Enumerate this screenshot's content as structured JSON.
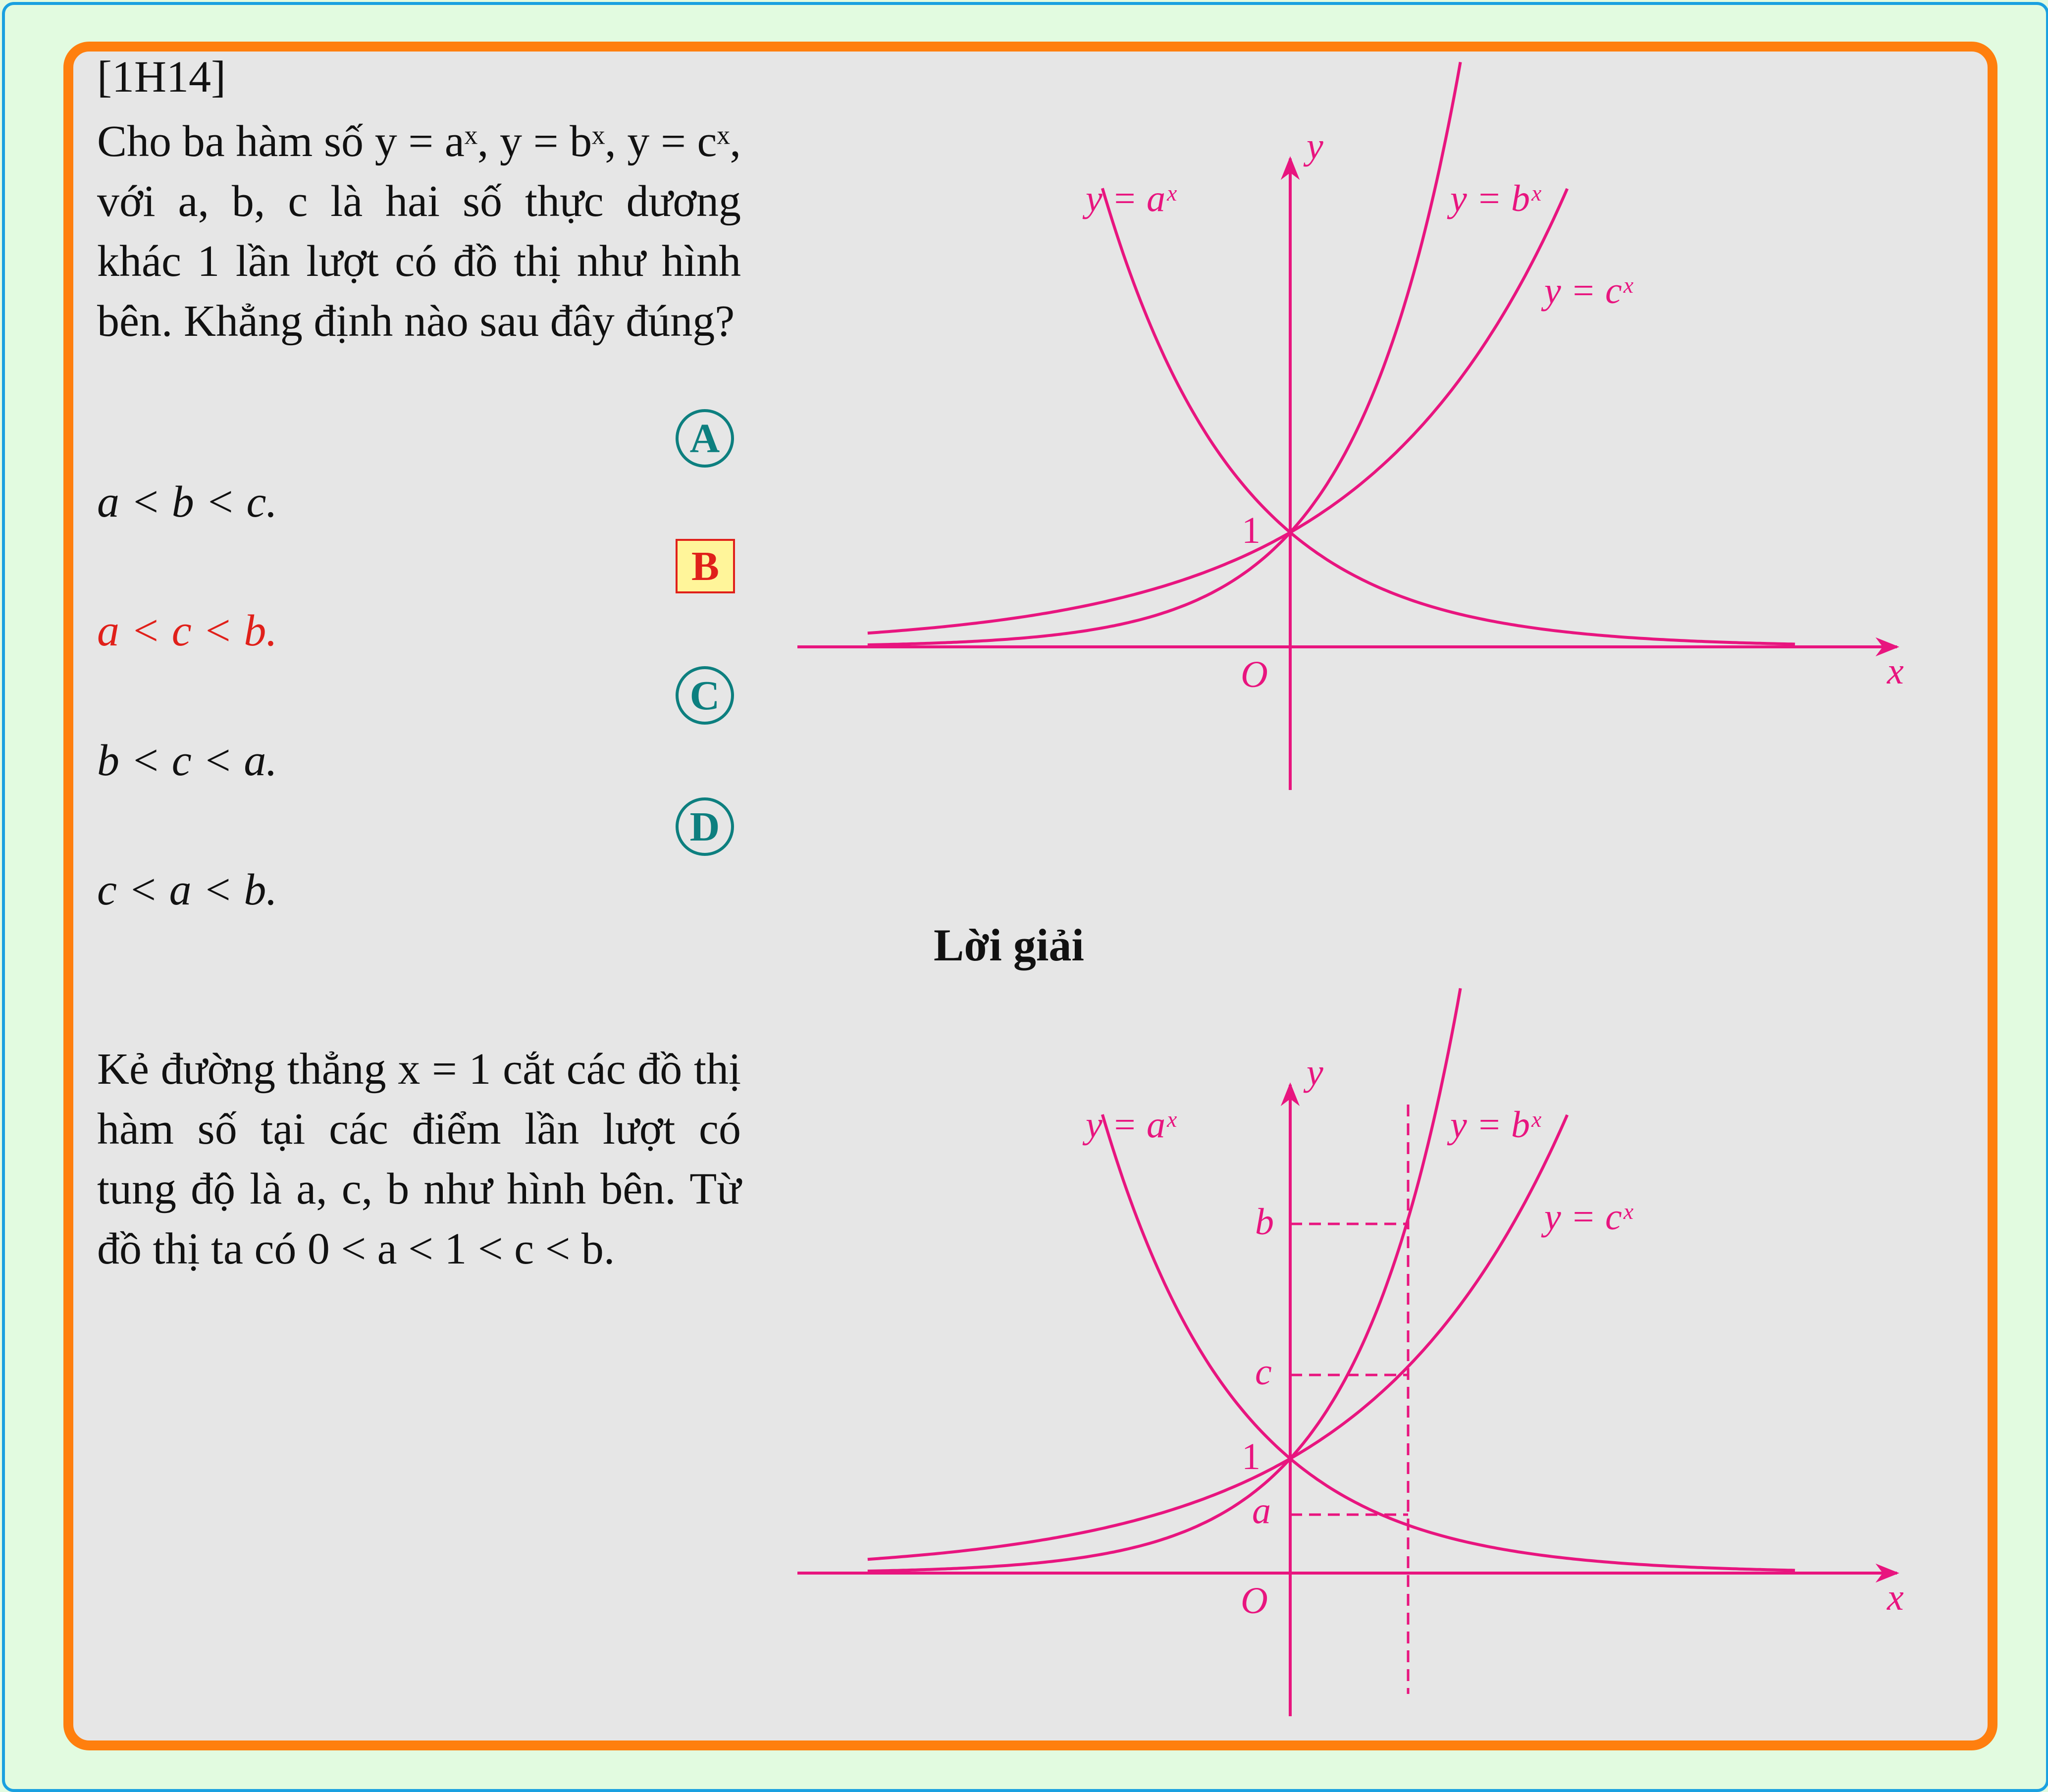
{
  "question": {
    "tag": "[1H14]",
    "text": "Cho ba hàm số y = aˣ, y = bˣ, y = cˣ, với a, b, c là hai số thực dương khác 1 lần lượt có đồ thị như hình bên. Khẳng định nào sau đây đúng?"
  },
  "options": [
    {
      "letter": "A",
      "text": "a < b < c.",
      "selected": false
    },
    {
      "letter": "B",
      "text": "a < c < b.",
      "selected": true
    },
    {
      "letter": "C",
      "text": "b < c < a.",
      "selected": false
    },
    {
      "letter": "D",
      "text": "c < a < b.",
      "selected": false
    }
  ],
  "solution": {
    "heading": "Lời giải",
    "text": "Kẻ đường thẳng x = 1 cắt các đồ thị hàm số tại các điểm lần lượt có tung độ là a, c, b như hình bên. Từ đồ thị ta có 0 < a < 1 < c < b."
  },
  "graph_labels": {
    "y_axis": "y",
    "x_axis": "x",
    "origin": "O",
    "one": "1",
    "curve_a": "y = aˣ",
    "curve_b": "y = bˣ",
    "curve_c": "y = cˣ",
    "mark_a": "a",
    "mark_b": "b",
    "mark_c": "c"
  },
  "colors": {
    "curve": "#e8157f",
    "card_border": "#ff7f0e",
    "outer_border": "#1aa0e0",
    "page_bg": "#e2fbe0",
    "card_bg": "#e6e6e6",
    "badge": "#0d7f7f",
    "selected": "#e0201a"
  }
}
